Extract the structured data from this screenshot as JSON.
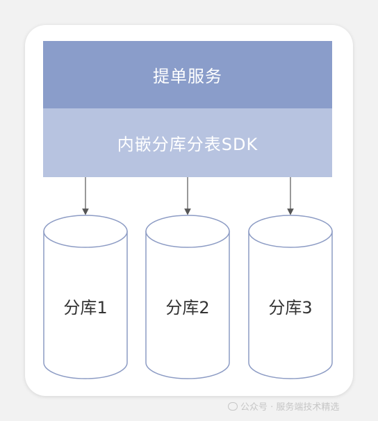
{
  "diagram": {
    "service_label": "提单服务",
    "sdk_label": "内嵌分库分表SDK",
    "databases": [
      {
        "label": "分库1"
      },
      {
        "label": "分库2"
      },
      {
        "label": "分库3"
      }
    ],
    "colors": {
      "service_fill": "#8a9dca",
      "sdk_fill": "#b7c3e0",
      "cylinder_stroke": "#8c9bc4",
      "arrow": "#555555"
    }
  },
  "watermark": {
    "text": "公众号 · 服务端技术精选"
  }
}
